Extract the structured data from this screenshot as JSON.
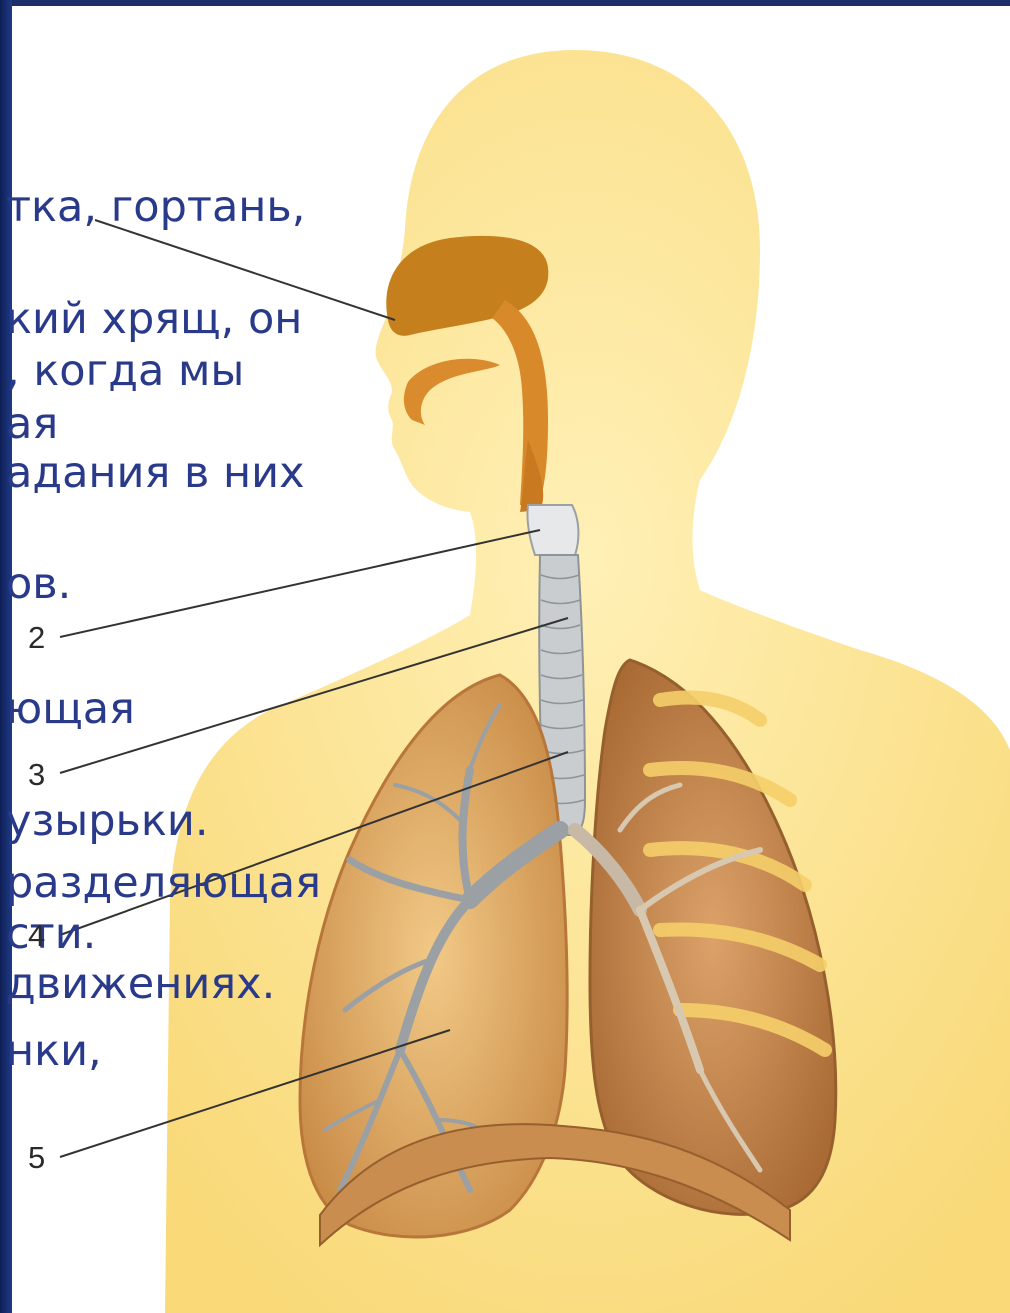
{
  "slide_text_lines": [
    "тка, гортань,",
    "кий хрящ, он",
    ", когда мы",
    "ая",
    "адания в них",
    "ов.",
    "ющая",
    "узырьки.",
    "разделяющая",
    "сти.",
    "движениях.",
    "нки,"
  ],
  "callout_labels": [
    "2",
    "3",
    "4",
    "5"
  ],
  "colors": {
    "body": "#fde79a",
    "nasal": "#c57f1d",
    "trachea": "#c9cdd0",
    "lung_left": "#e6b46a",
    "lung_right": "#c98d4f",
    "bronchi": "#9aa0a4",
    "text": "#2a3a8a"
  }
}
